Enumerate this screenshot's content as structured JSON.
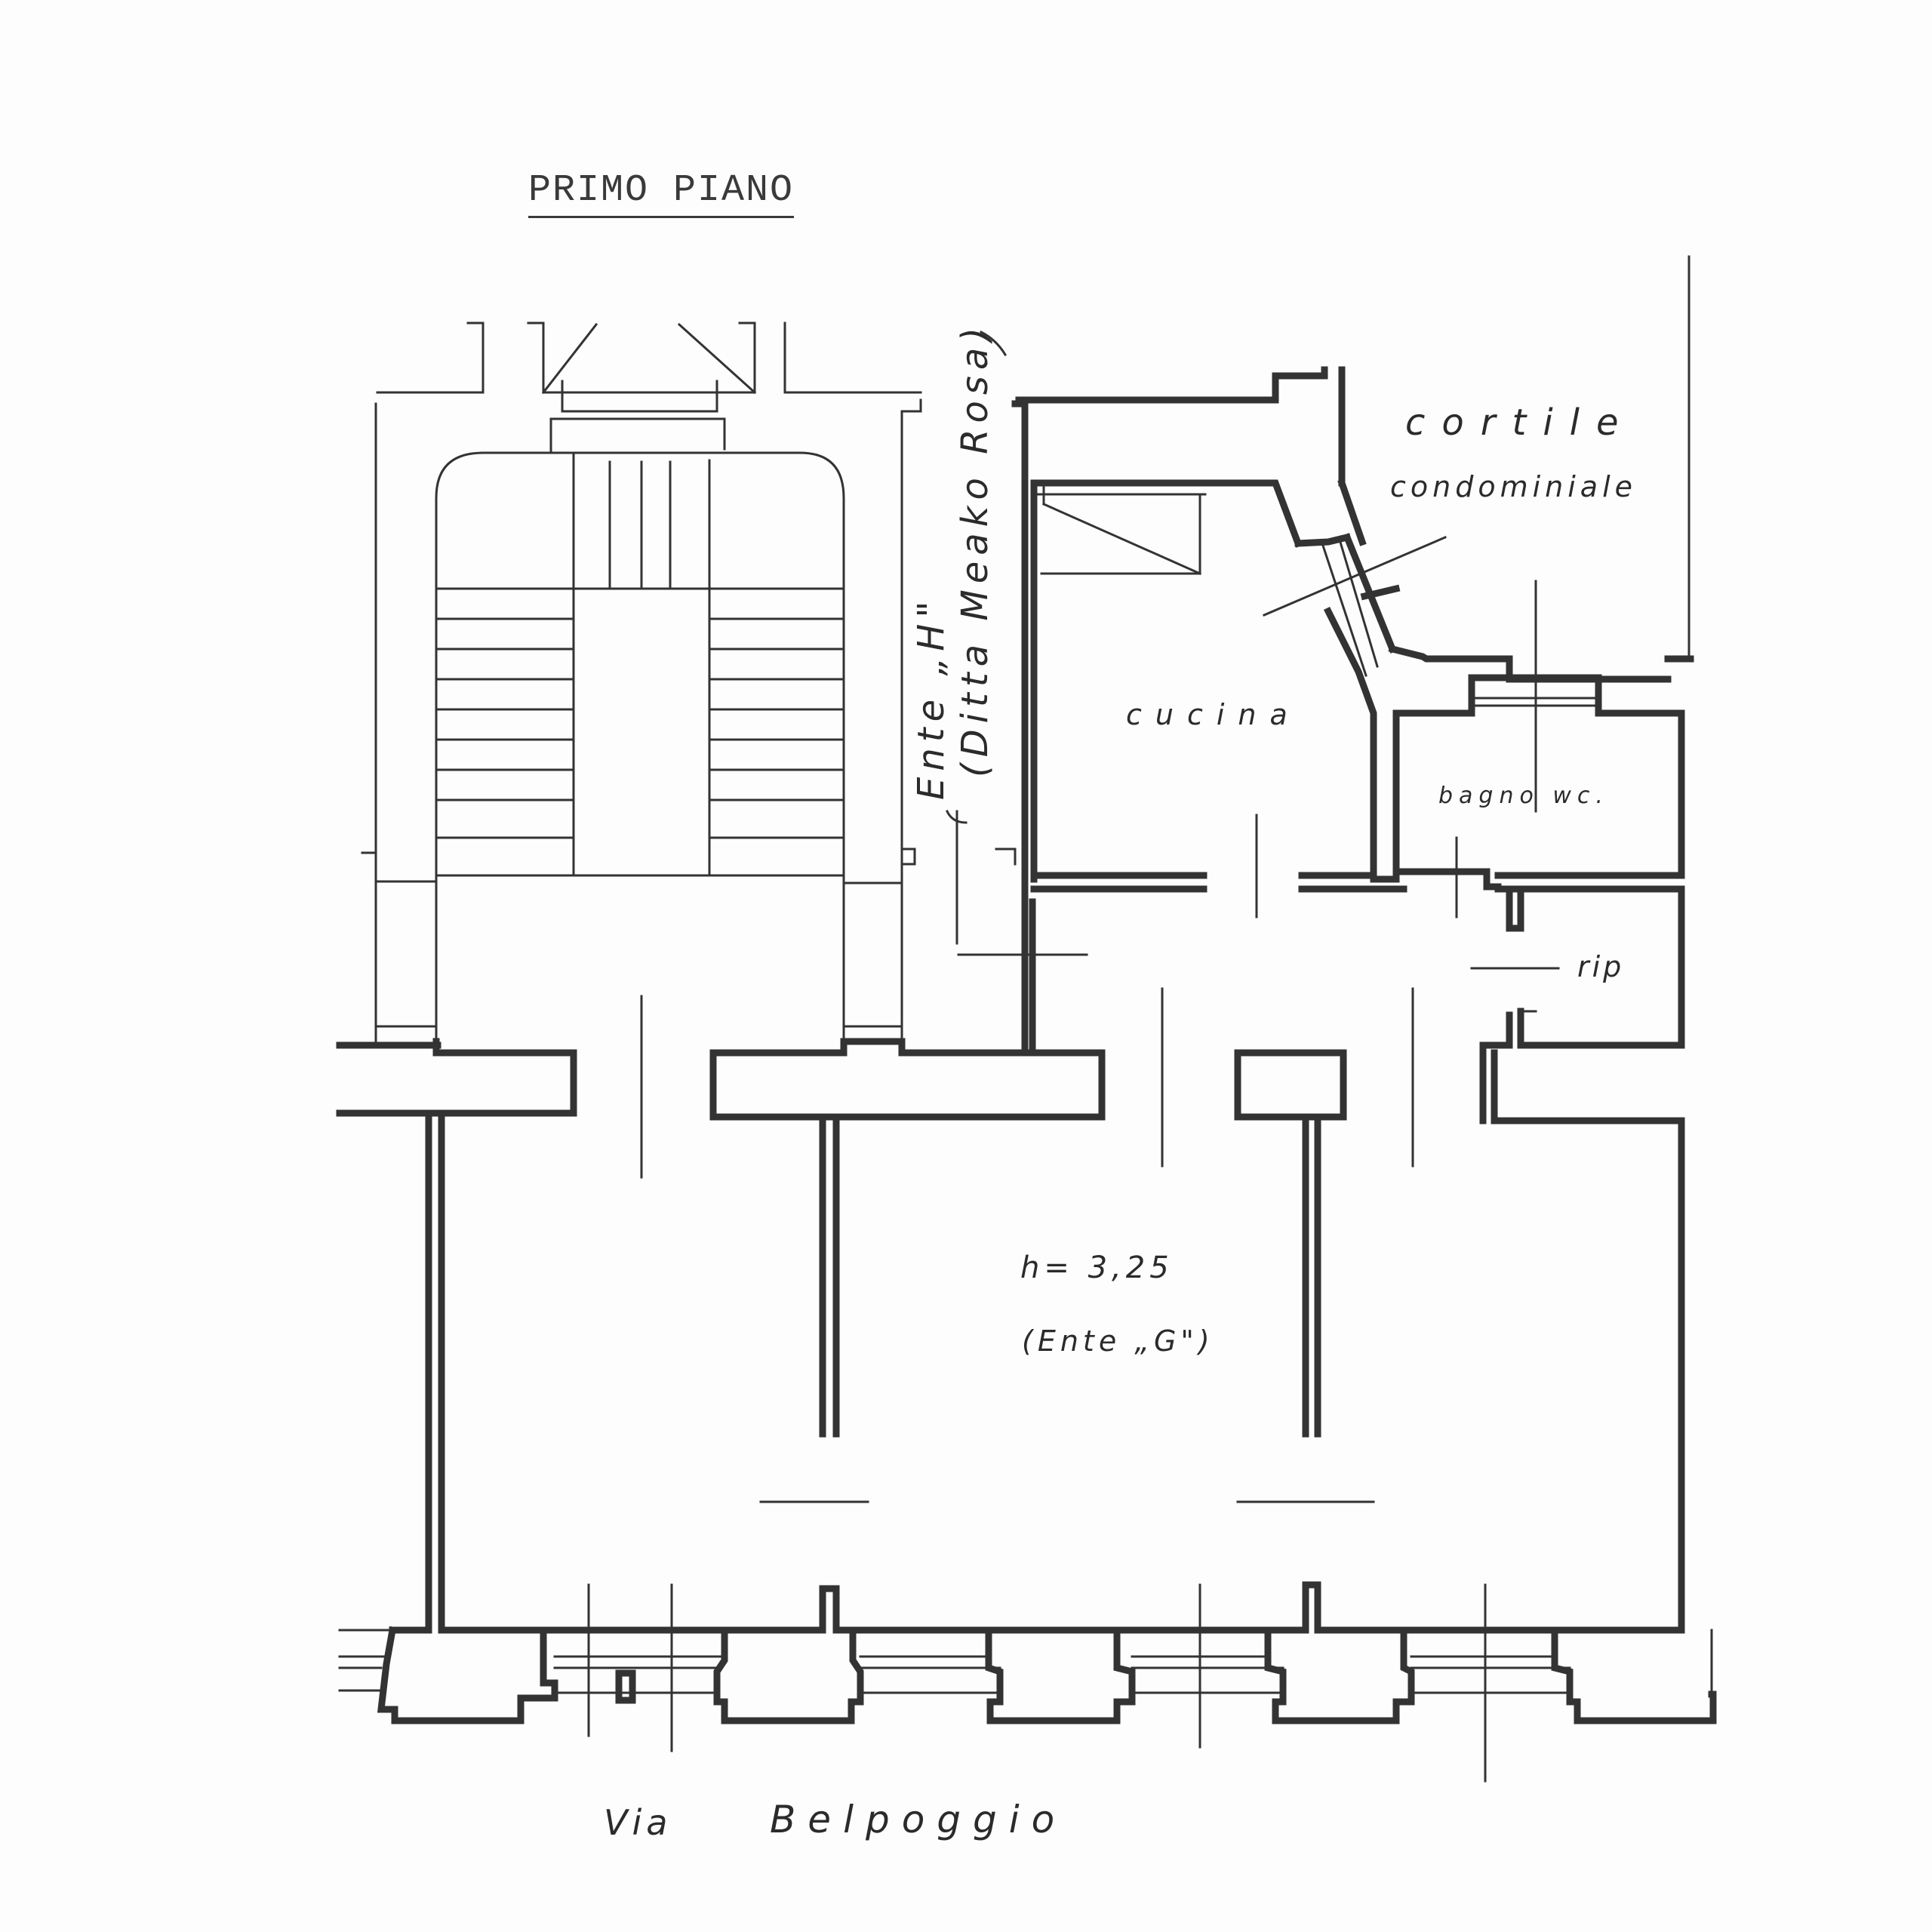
{
  "plan": {
    "title": "PRIMO PIANO",
    "labels": {
      "cortile": "cortile",
      "condominiale": "condominiale",
      "cucina": "cucina",
      "bagno": "bagno wc.",
      "ripostiglio": "rip",
      "height": "h= 3,25",
      "unit_g": "(Ente „G\")",
      "unit_h": "Ente „H\"",
      "unit_h_owner": "(Ditta Meako Rosa)",
      "street_prefix": "Via",
      "street_name": "Belpoggio"
    },
    "colors": {
      "wall": "#333333",
      "thin_line": "#444444",
      "paper": "#fdfdfd"
    }
  }
}
